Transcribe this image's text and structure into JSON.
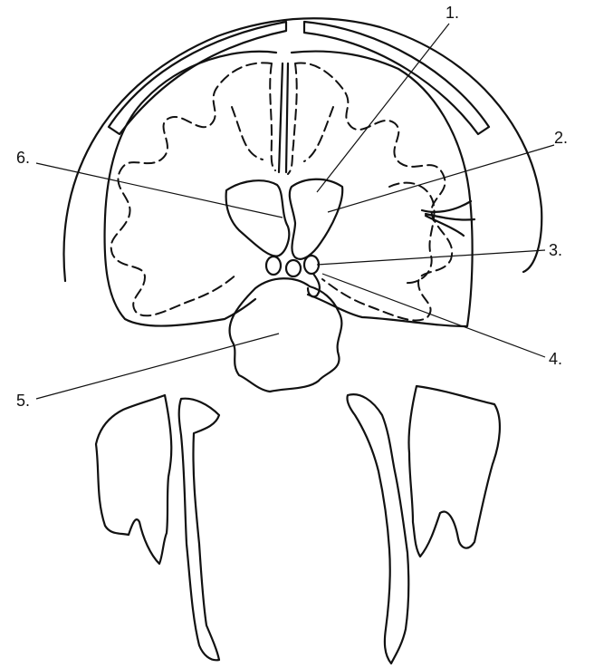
{
  "labels": {
    "l1": "1.",
    "l2": "2.",
    "l3": "3.",
    "l4": "4.",
    "l5": "5.",
    "l6": "6."
  }
}
